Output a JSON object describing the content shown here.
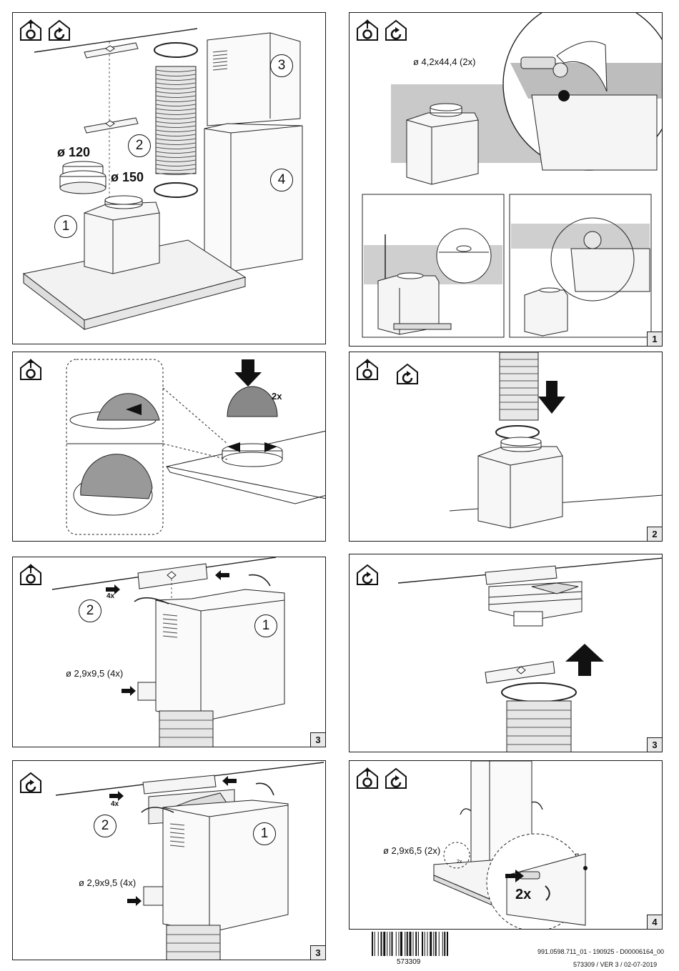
{
  "panels": {
    "p1": {
      "icons": [
        "vent-out-icon",
        "recirculation-icon"
      ],
      "dim_120": "ø 120",
      "dim_150": "ø 150",
      "parts": [
        "1",
        "2",
        "3",
        "4"
      ]
    },
    "p2": {
      "icons": [
        "vent-out-icon",
        "recirculation-icon"
      ],
      "screw": "ø 4,2x44,4 (2x)",
      "step": "1"
    },
    "p3": {
      "icons": [
        "vent-out-icon"
      ],
      "count": "2x"
    },
    "p4": {
      "icons": [
        "vent-out-icon",
        "recirculation-icon"
      ],
      "step": "2"
    },
    "p5": {
      "icons": [
        "vent-out-icon"
      ],
      "screw": "ø 2,9x9,5 (4x)",
      "count": "4x",
      "parts": [
        "2",
        "1"
      ],
      "step": "3"
    },
    "p6": {
      "icons": [
        "recirculation-icon"
      ],
      "step": "3"
    },
    "p7": {
      "icons": [
        "recirculation-icon"
      ],
      "screw": "ø 2,9x9,5 (4x)",
      "count": "4x",
      "parts": [
        "2",
        "1"
      ],
      "step": "3"
    },
    "p8": {
      "icons": [
        "vent-out-icon",
        "recirculation-icon"
      ],
      "screw": "ø 2,9x6,5 (2x)",
      "count": "2x",
      "count_small": "2x",
      "step": "4"
    }
  },
  "footer": {
    "barcode_number": "573309",
    "doc_code": "991.0598.711_01  -  190925  -  D00006164_00",
    "version": "573309 / VER 3 / 02-07-2019"
  }
}
